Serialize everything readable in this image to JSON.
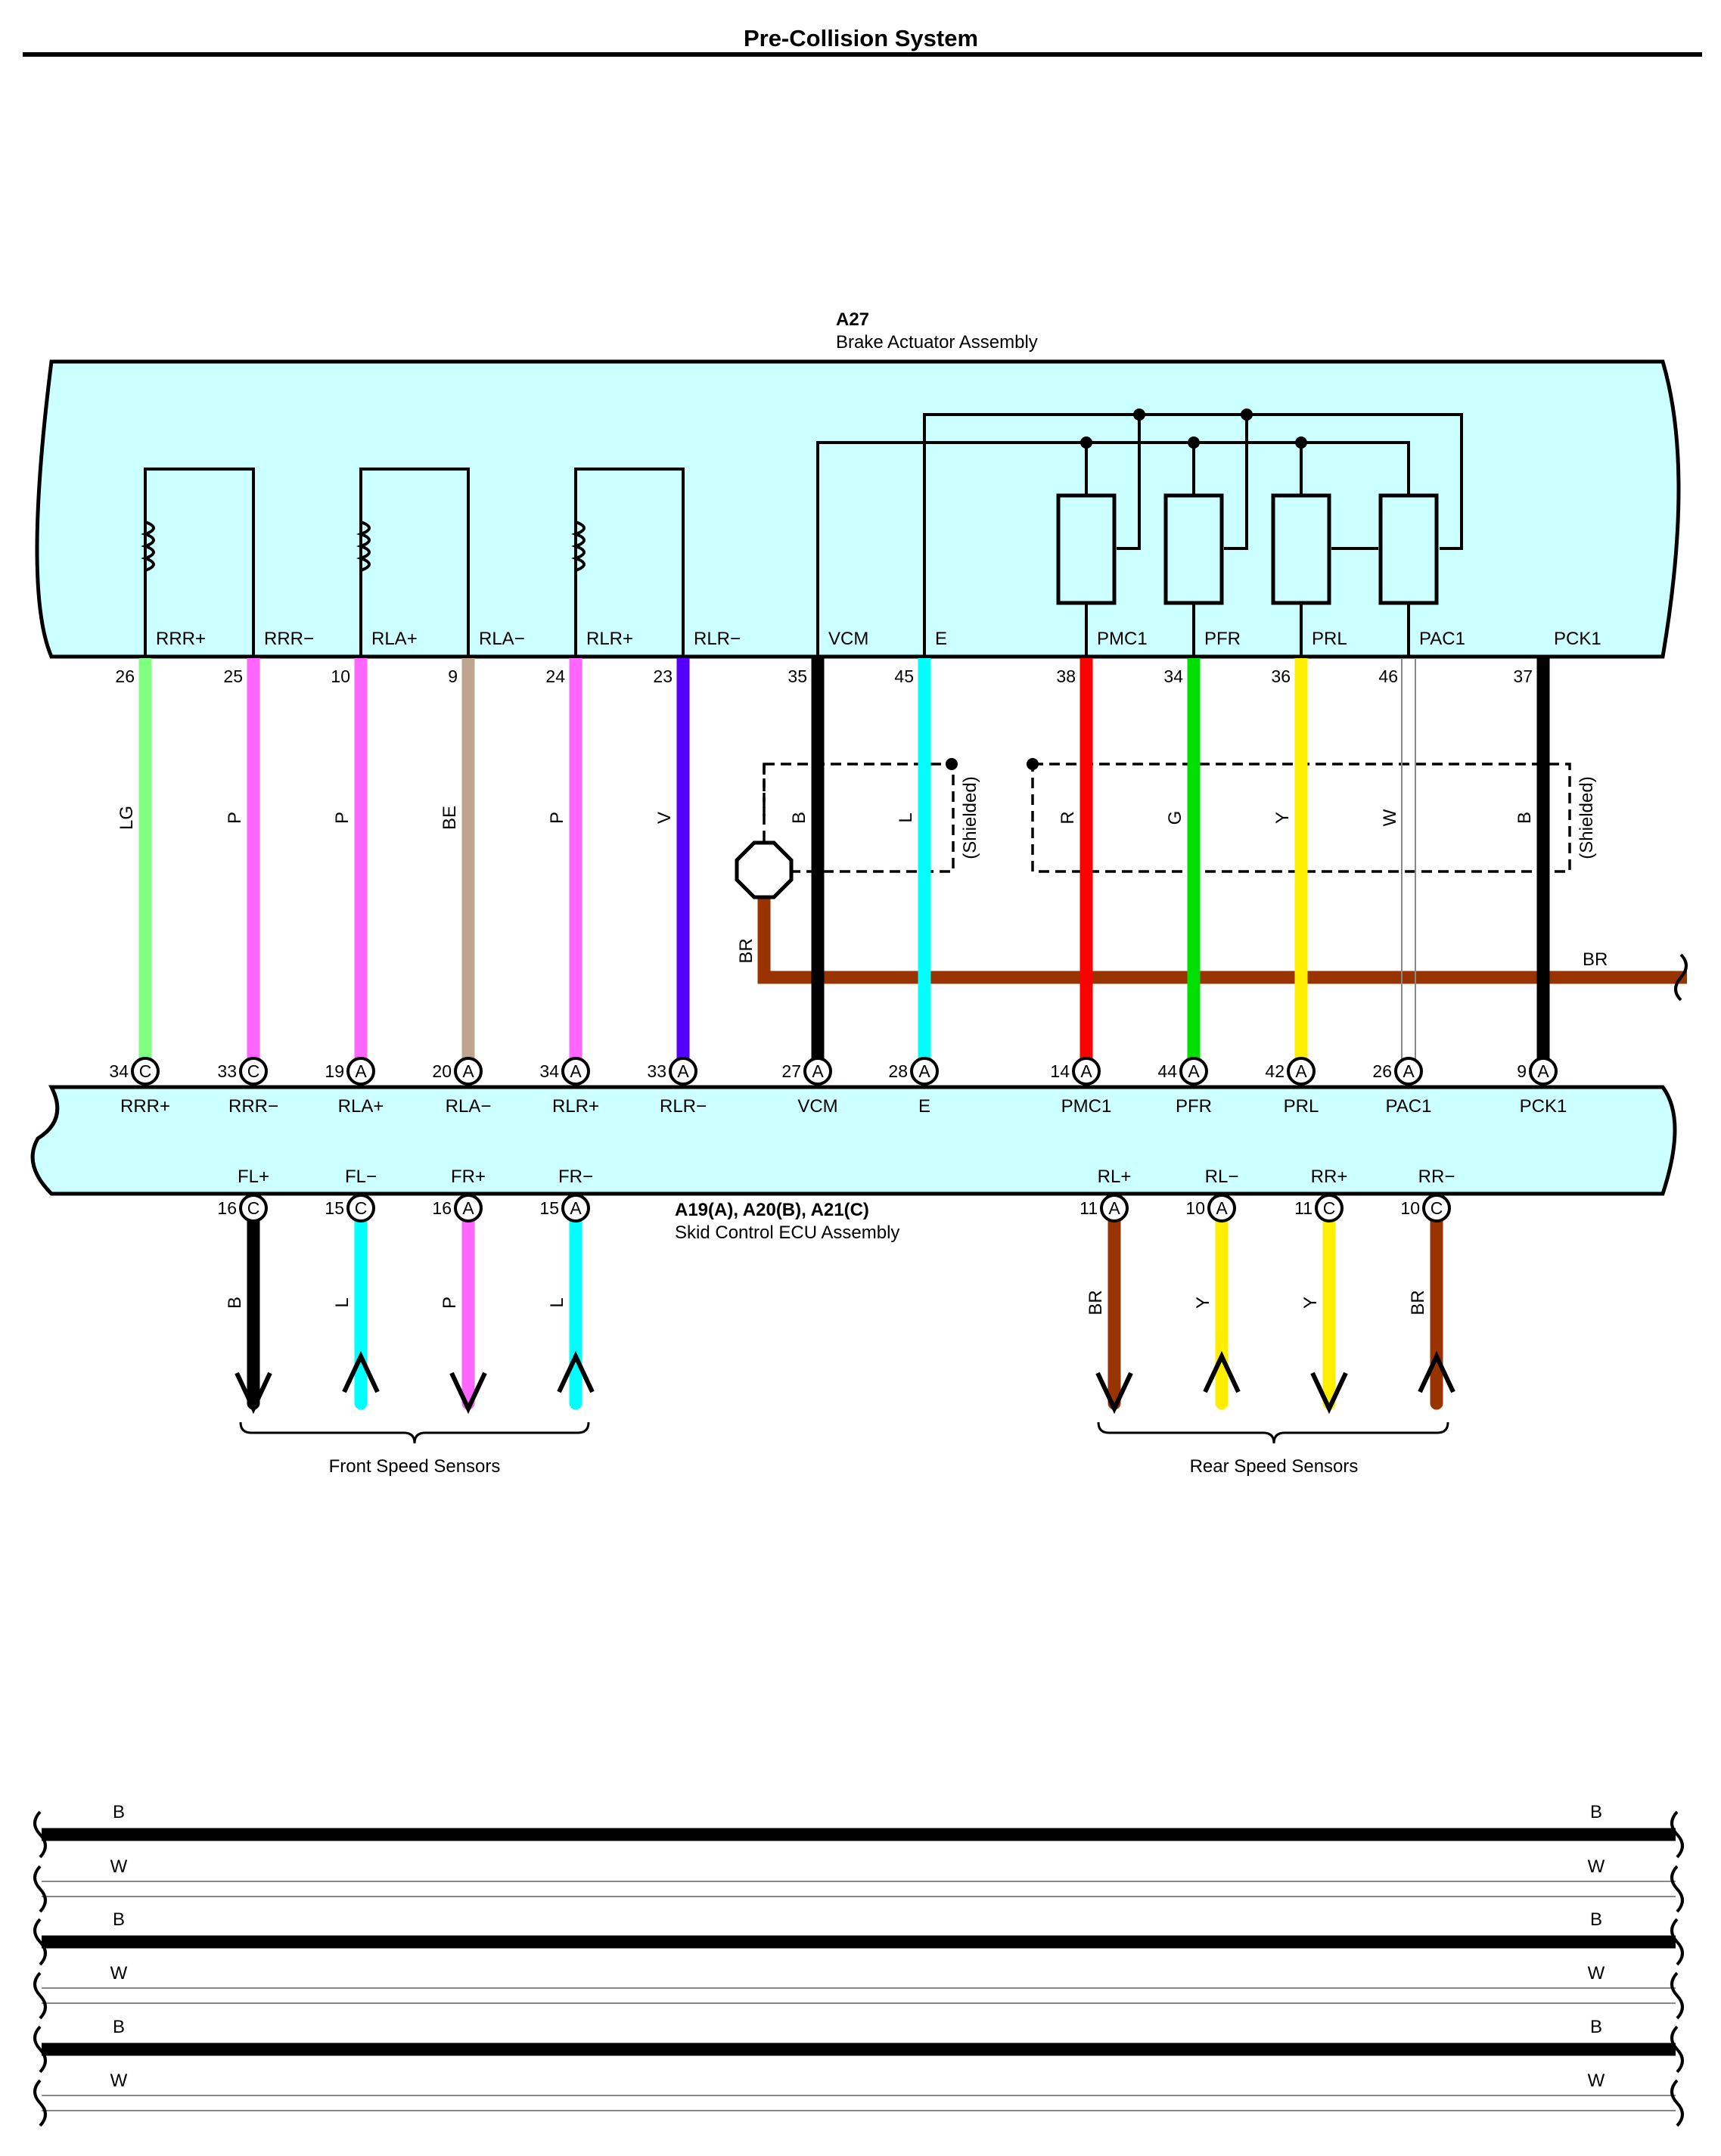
{
  "header": {
    "title": "Pre-Collision System"
  },
  "actuator": {
    "code": "A27",
    "name": "Brake Actuator Assembly"
  },
  "ecu": {
    "code": "A19(A), A20(B), A21(C)",
    "name": "Skid Control ECU Assembly"
  },
  "shield_label": "(Shielded)",
  "ground_wire_color": "BR",
  "circuits": [
    {
      "a27_pin": "RRR+",
      "a27_num": "26",
      "wire": "LG",
      "hex": "#80ff80",
      "thick": true,
      "ecu_num": "34",
      "conn": "C",
      "ecu_pin": "RRR+"
    },
    {
      "a27_pin": "RRR−",
      "a27_num": "25",
      "wire": "P",
      "hex": "#ff66ff",
      "thick": true,
      "ecu_num": "33",
      "conn": "C",
      "ecu_pin": "RRR−"
    },
    {
      "a27_pin": "RLA+",
      "a27_num": "10",
      "wire": "P",
      "hex": "#ff66ff",
      "thick": true,
      "ecu_num": "19",
      "conn": "A",
      "ecu_pin": "RLA+"
    },
    {
      "a27_pin": "RLA−",
      "a27_num": "9",
      "wire": "BE",
      "hex": "#bfa590",
      "thick": true,
      "ecu_num": "20",
      "conn": "A",
      "ecu_pin": "RLA−"
    },
    {
      "a27_pin": "RLR+",
      "a27_num": "24",
      "wire": "P",
      "hex": "#ff66ff",
      "thick": true,
      "ecu_num": "34",
      "conn": "A",
      "ecu_pin": "RLR+"
    },
    {
      "a27_pin": "RLR−",
      "a27_num": "23",
      "wire": "V",
      "hex": "#5500ff",
      "thick": true,
      "ecu_num": "33",
      "conn": "A",
      "ecu_pin": "RLR−"
    },
    {
      "a27_pin": "VCM",
      "a27_num": "35",
      "wire": "B",
      "hex": "#000000",
      "thick": true,
      "ecu_num": "27",
      "conn": "A",
      "ecu_pin": "VCM"
    },
    {
      "a27_pin": "E",
      "a27_num": "45",
      "wire": "L",
      "hex": "#00ffff",
      "thick": true,
      "ecu_num": "28",
      "conn": "A",
      "ecu_pin": "E"
    },
    {
      "a27_pin": "PMC1",
      "a27_num": "38",
      "wire": "R",
      "hex": "#ff0000",
      "thick": true,
      "ecu_num": "14",
      "conn": "A",
      "ecu_pin": "PMC1"
    },
    {
      "a27_pin": "PFR",
      "a27_num": "34",
      "wire": "G",
      "hex": "#00e000",
      "thick": true,
      "ecu_num": "44",
      "conn": "A",
      "ecu_pin": "PFR"
    },
    {
      "a27_pin": "PRL",
      "a27_num": "36",
      "wire": "Y",
      "hex": "#ffee00",
      "thick": true,
      "ecu_num": "42",
      "conn": "A",
      "ecu_pin": "PRL"
    },
    {
      "a27_pin": "PAC1",
      "a27_num": "46",
      "wire": "W",
      "hex": "#ffffff",
      "thick": false,
      "ecu_num": "26",
      "conn": "A",
      "ecu_pin": "PAC1"
    },
    {
      "a27_pin": "PCK1",
      "a27_num": "37",
      "wire": "B",
      "hex": "#000000",
      "thick": true,
      "ecu_num": "9",
      "conn": "A",
      "ecu_pin": "PCK1"
    }
  ],
  "sensors": [
    {
      "pin": "FL+",
      "num": "16",
      "conn": "C",
      "wire": "B",
      "hex": "#000000",
      "dir": "down"
    },
    {
      "pin": "FL−",
      "num": "15",
      "conn": "C",
      "wire": "L",
      "hex": "#00ffff",
      "dir": "up"
    },
    {
      "pin": "FR+",
      "num": "16",
      "conn": "A",
      "wire": "P",
      "hex": "#ff66ff",
      "dir": "down"
    },
    {
      "pin": "FR−",
      "num": "15",
      "conn": "A",
      "wire": "L",
      "hex": "#00ffff",
      "dir": "up"
    },
    {
      "pin": "RL+",
      "num": "11",
      "conn": "A",
      "wire": "BR",
      "hex": "#993300",
      "dir": "down"
    },
    {
      "pin": "RL−",
      "num": "10",
      "conn": "A",
      "wire": "Y",
      "hex": "#ffee00",
      "dir": "up"
    },
    {
      "pin": "RR+",
      "num": "11",
      "conn": "C",
      "wire": "Y",
      "hex": "#ffee00",
      "dir": "down"
    },
    {
      "pin": "RR−",
      "num": "10",
      "conn": "C",
      "wire": "BR",
      "hex": "#993300",
      "dir": "up"
    }
  ],
  "sensor_groups": [
    {
      "label": "Front Speed Sensors"
    },
    {
      "label": "Rear Speed Sensors"
    }
  ],
  "bottom_wires": [
    {
      "wire": "B",
      "hex": "#000000"
    },
    {
      "wire": "W",
      "hex": "#ffffff"
    },
    {
      "wire": "B",
      "hex": "#000000"
    },
    {
      "wire": "W",
      "hex": "#ffffff"
    },
    {
      "wire": "B",
      "hex": "#000000"
    },
    {
      "wire": "W",
      "hex": "#ffffff"
    }
  ]
}
